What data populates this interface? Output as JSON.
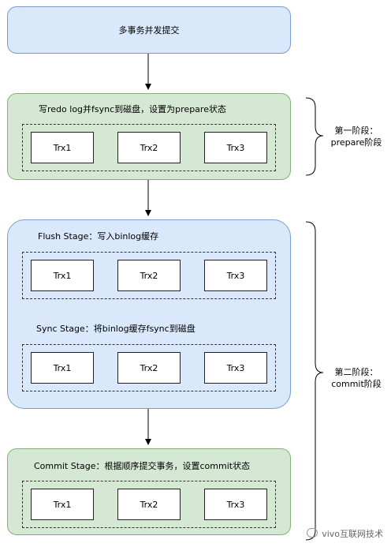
{
  "top_box": {
    "label": "多事务并发提交"
  },
  "phase1": {
    "label": "写redo log并fsync到磁盘，设置为prepare状态",
    "trx": [
      "Trx1",
      "Trx2",
      "Trx3"
    ],
    "bracket_label": "第一阶段：\nprepare阶段"
  },
  "phase2": {
    "flush_label": "Flush Stage：写入binlog缓存",
    "flush_trx": [
      "Trx1",
      "Trx2",
      "Trx3"
    ],
    "sync_label": "Sync Stage：将binlog缓存fsync到磁盘",
    "sync_trx": [
      "Trx1",
      "Trx2",
      "Trx3"
    ],
    "commit_label": "Commit Stage：根据顺序提交事务，设置commit状态",
    "commit_trx": [
      "Trx1",
      "Trx2",
      "Trx3"
    ],
    "bracket_label": "第二阶段：\ncommit阶段"
  },
  "watermark": "vivo互联网技术",
  "colors": {
    "blue_fill": "#dae8fc",
    "green_fill": "#d5e8d4"
  }
}
